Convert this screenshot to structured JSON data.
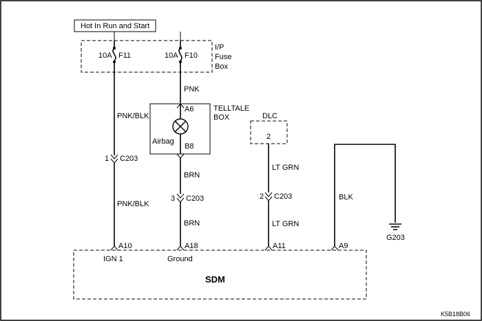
{
  "power_source": "Hot In Run and Start",
  "fuse_box": {
    "label_line1": "I/P",
    "label_line2": "Fuse",
    "label_line3": "Box"
  },
  "fuses": [
    {
      "rating": "10A",
      "name": "F11"
    },
    {
      "rating": "10A",
      "name": "F10"
    }
  ],
  "telltale": {
    "label_line1": "TELLTALE",
    "label_line2": "BOX",
    "lamp_label": "Airbag",
    "pin_top": "A6",
    "pin_bottom": "B8"
  },
  "dlc": {
    "label": "DLC",
    "pin": "2"
  },
  "wires": {
    "pnk": "PNK",
    "pnk_blk_upper": "PNK/BLK",
    "pnk_blk_lower": "PNK/BLK",
    "brn_upper": "BRN",
    "brn_lower": "BRN",
    "lt_grn_upper": "LT GRN",
    "lt_grn_lower": "LT GRN",
    "blk": "BLK"
  },
  "connectors": [
    {
      "pin": "1",
      "name": "C203"
    },
    {
      "pin": "3",
      "name": "C203"
    },
    {
      "pin": "2",
      "name": "C203"
    }
  ],
  "ground": "G203",
  "sdm": {
    "title": "SDM",
    "pins": [
      "A10",
      "A18",
      "A11",
      "A9"
    ],
    "pin_labels": [
      "IGN 1",
      "Ground"
    ]
  },
  "figure_code": "K5B18B06"
}
